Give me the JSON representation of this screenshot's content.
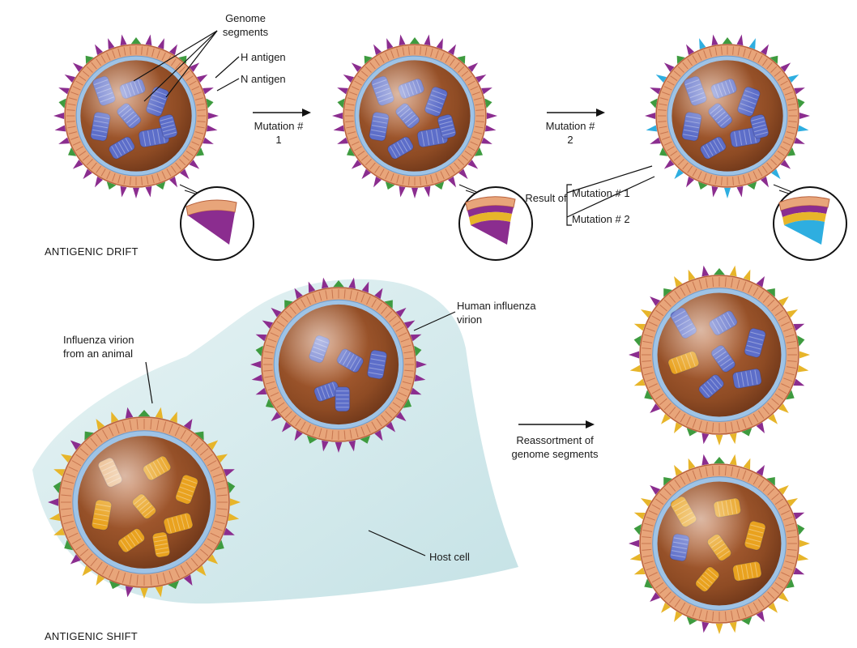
{
  "labels": {
    "genome_segments": "Genome segments",
    "h_antigen": "H antigen",
    "n_antigen": "N antigen",
    "mutation_1": "Mutation # 1",
    "mutation_2": "Mutation # 2",
    "result_of": "Result of",
    "result_mutation_1": "Mutation # 1",
    "result_mutation_2": "Mutation # 2",
    "antigenic_drift": "ANTIGENIC DRIFT",
    "human_influenza_virion": "Human influenza virion",
    "influenza_virion_from_animal": "Influenza virion from an animal",
    "reassortment": "Reassortment of genome segments",
    "host_cell": "Host cell",
    "antigenic_shift": "ANTIGENIC SHIFT"
  },
  "colors": {
    "envelope": "#e8a57a",
    "envelope_line": "#b9623e",
    "membrane": "#9ec3e6",
    "interior": "#8e4b24",
    "segment_human": "#5d6ec9",
    "segment_animal": "#e9a21f",
    "spike_purple": "#8b2d8f",
    "spike_green": "#3e9b3f",
    "spike_yellow": "#e7b52a",
    "spike_blue": "#2eaee0",
    "host_cell": "#cfe7ea"
  }
}
